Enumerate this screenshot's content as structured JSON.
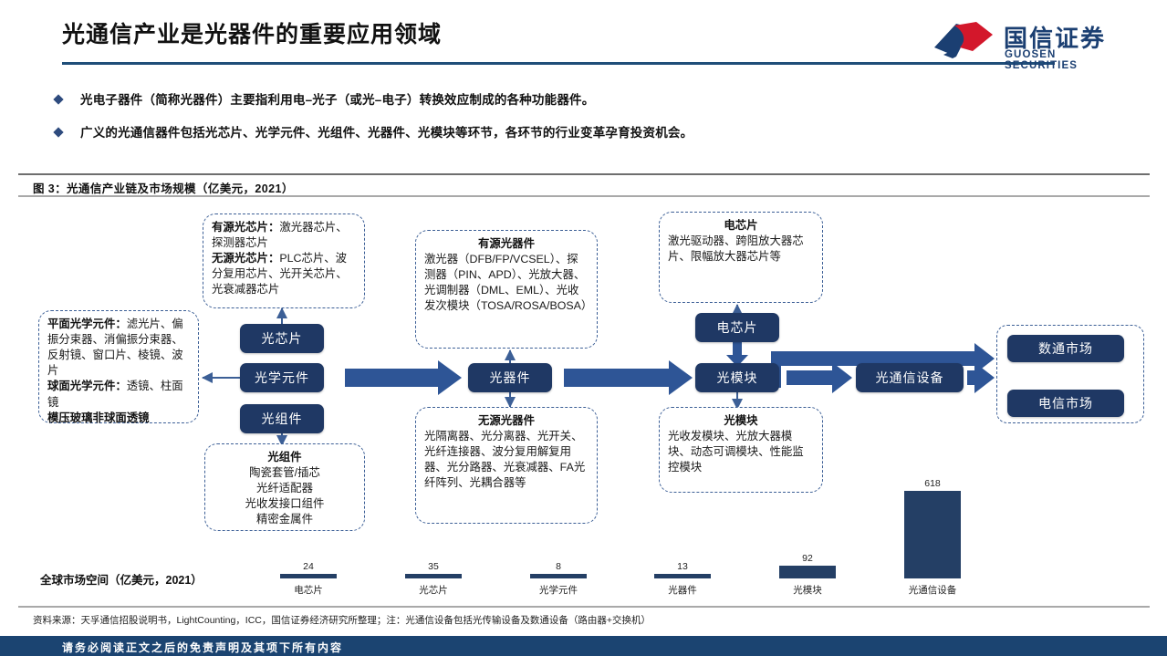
{
  "header": {
    "title": "光通信产业是光器件的重要应用领域",
    "logo_cn": "国信证券",
    "logo_en": "GUOSEN SECURITIES",
    "accent_color": "#1f4e79"
  },
  "bullets": [
    "光电子器件（简称光器件）主要指利用电–光子（或光–电子）转换效应制成的各种功能器件。",
    "广义的光通信器件包括光芯片、光学元件、光组件、光器件、光模块等环节，各环节的行业变革孕育投资机会。"
  ],
  "figure": {
    "caption": "图 3：光通信产业链及市场规模（亿美元，2021）",
    "source": "资料来源：天孚通信招股说明书，LightCounting，ICC，国信证券经济研究所整理；注：光通信设备包括光传输设备及数通设备（路由器+交换机）"
  },
  "boxes": {
    "chip": {
      "line1_hd": "有源光芯片：",
      "line1_body": "激光器芯片、探测器芯片",
      "line2_hd": "无源光芯片：",
      "line2_body": "PLC芯片、波分复用芯片、光开关芯片、光衰减器芯片"
    },
    "active_device": {
      "title": "有源光器件",
      "body": "激光器（DFB/FP/VCSEL）、探测器（PIN、APD）、光放大器、光调制器（DML、EML）、光收发次模块（TOSA/ROSA/BOSA）"
    },
    "electric_chip": {
      "title": "电芯片",
      "body": "激光驱动器、跨阻放大器芯片、限幅放大器芯片等"
    },
    "optics": {
      "line1_hd": "平面光学元件：",
      "line1_body": "滤光片、偏振分束器、消偏振分束器、反射镜、窗口片、棱镜、波片",
      "line2_hd": "球面光学元件：",
      "line2_body": "透镜、柱面镜",
      "line3_hd": "模压玻璃非球面透镜"
    },
    "assembly": {
      "title": "光组件",
      "lines": [
        "陶瓷套管/插芯",
        "光纤适配器",
        "光收发接口组件",
        "精密金属件"
      ]
    },
    "passive_device": {
      "title": "无源光器件",
      "body": "光隔离器、光分离器、光开关、光纤连接器、波分复用解复用器、光分路器、光衰减器、FA光纤阵列、光耦合器等"
    },
    "module": {
      "title": "光模块",
      "body": "光收发模块、光放大器模块、动态可调模块、性能监控模块"
    }
  },
  "nodes": {
    "chip": "光芯片",
    "optics": "光学元件",
    "assembly": "光组件",
    "device": "光器件",
    "electric_chip": "电芯片",
    "module": "光模块",
    "equipment": "光通信设备",
    "datacom": "数通市场",
    "telecom": "电信市场"
  },
  "footer": {
    "disclaimer": "请务必阅读正文之后的免责声明及其项下所有内容"
  },
  "chart_data": {
    "type": "bar",
    "title": "全球市场空间（亿美元，2021）",
    "categories": [
      "电芯片",
      "光芯片",
      "光学元件",
      "光器件",
      "光模块",
      "光通信设备"
    ],
    "values": [
      24,
      35,
      8,
      13,
      92,
      618
    ],
    "xlabel": "",
    "ylabel": "亿美元",
    "ylim": [
      0,
      618
    ],
    "grid": false,
    "legend": "none",
    "bar_color": "#243f65"
  }
}
